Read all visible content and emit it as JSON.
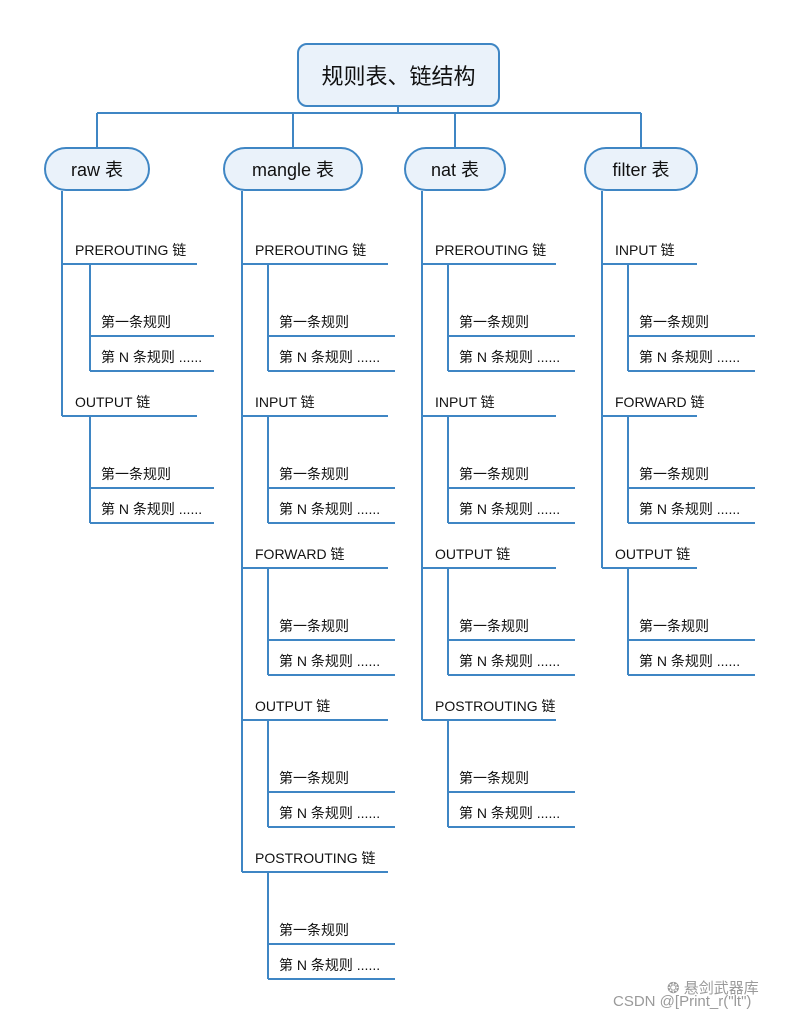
{
  "root": {
    "title": "规则表、链结构"
  },
  "tables": [
    {
      "name": "raw 表",
      "chains": [
        {
          "name": "PREROUTING 链",
          "rules": [
            "第一条规则",
            "第 N 条规则 ......"
          ]
        },
        {
          "name": "OUTPUT 链",
          "rules": [
            "第一条规则",
            "第 N 条规则 ......"
          ]
        }
      ]
    },
    {
      "name": "mangle 表",
      "chains": [
        {
          "name": "PREROUTING 链",
          "rules": [
            "第一条规则",
            "第 N 条规则 ......"
          ]
        },
        {
          "name": "INPUT 链",
          "rules": [
            "第一条规则",
            "第 N 条规则 ......"
          ]
        },
        {
          "name": "FORWARD 链",
          "rules": [
            "第一条规则",
            "第 N 条规则 ......"
          ]
        },
        {
          "name": "OUTPUT 链",
          "rules": [
            "第一条规则",
            "第 N 条规则 ......"
          ]
        },
        {
          "name": "POSTROUTING 链",
          "rules": [
            "第一条规则",
            "第 N 条规则 ......"
          ]
        }
      ]
    },
    {
      "name": "nat 表",
      "chains": [
        {
          "name": "PREROUTING 链",
          "rules": [
            "第一条规则",
            "第 N 条规则 ......"
          ]
        },
        {
          "name": "INPUT 链",
          "rules": [
            "第一条规则",
            "第 N 条规则 ......"
          ]
        },
        {
          "name": "OUTPUT 链",
          "rules": [
            "第一条规则",
            "第 N 条规则 ......"
          ]
        },
        {
          "name": "POSTROUTING 链",
          "rules": [
            "第一条规则",
            "第 N 条规则 ......"
          ]
        }
      ]
    },
    {
      "name": "filter 表",
      "chains": [
        {
          "name": "INPUT 链",
          "rules": [
            "第一条规则",
            "第 N 条规则 ......"
          ]
        },
        {
          "name": "FORWARD 链",
          "rules": [
            "第一条规则",
            "第 N 条规则 ......"
          ]
        },
        {
          "name": "OUTPUT 链",
          "rules": [
            "第一条规则",
            "第 N 条规则 ......"
          ]
        }
      ]
    }
  ],
  "watermark": {
    "line1": "悬剑武器库",
    "line2": "CSDN @[Print_r(\"lt\")"
  },
  "colors": {
    "line": "#3f86c4",
    "box_fill": "#eaf2fa"
  }
}
